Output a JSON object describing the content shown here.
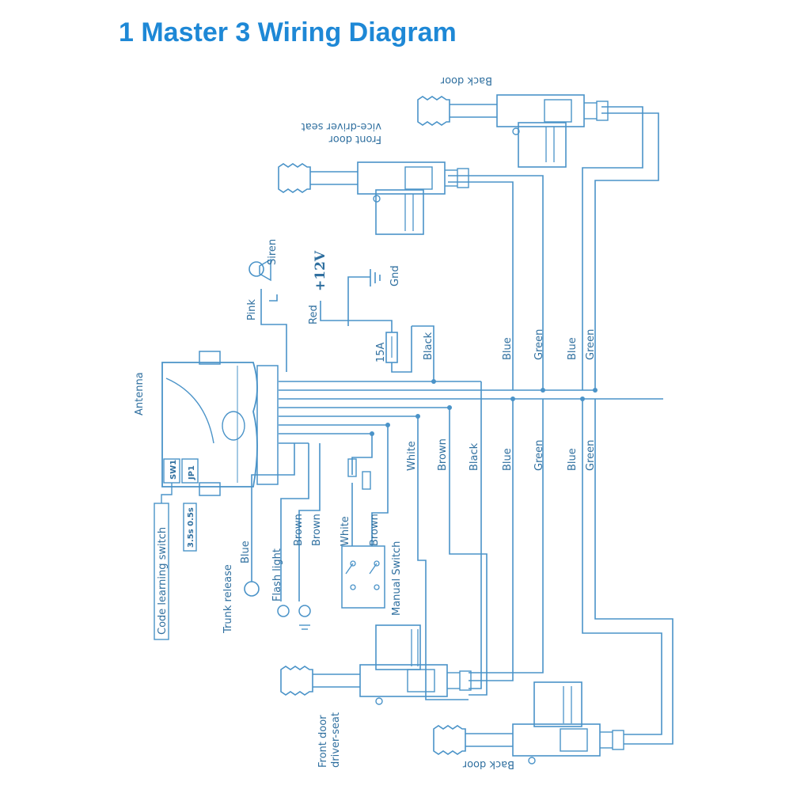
{
  "title": "1 Master 3 Wiring Diagram",
  "colors": {
    "title": "#1e88d6",
    "line": "#4a93c8",
    "text": "#2f6f9f"
  },
  "doors": {
    "back_door_top": "Back door",
    "front_door_vice": "Front door",
    "vice_driver_seat": "vice-driver seat",
    "front_door_driver": "Front door",
    "driver_seat": "driver-seat",
    "back_door_bottom": "Back door"
  },
  "power": {
    "plus12v": "+12V",
    "red": "Red",
    "gnd": "Gnd",
    "fuse": "15A",
    "black": "Black"
  },
  "siren": {
    "label": "Siren",
    "pink": "Pink"
  },
  "module": {
    "antenna": "Antenna",
    "sw1": "SW1",
    "jp1": "JP1",
    "timing": "3.5s 0.5s",
    "code_learning": "Code learning switch"
  },
  "wires": {
    "blue": "Blue",
    "green": "Green",
    "white": "White",
    "brown": "Brown",
    "black": "Black"
  },
  "accessories": {
    "trunk_release": "Trunk release",
    "flash_light": "Flash light",
    "manual_switch": "Manual Switch"
  }
}
